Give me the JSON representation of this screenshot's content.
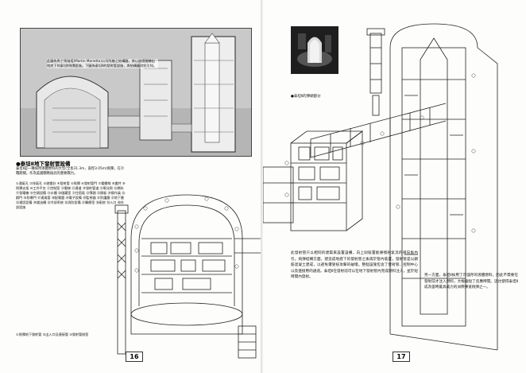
{
  "left_page": {
    "photo_caption": "此圖為馬丁馬瑞塔(Martin Marietta)公司所繪之結構圖，係以剖面圖繪出地底下的泰坦Ⅱ飛彈設施。下圖為泰坦Ⅱ的發射管設施，與結構圖對照可知。",
    "section_title": "●泰坦Ⅱ地下發射管設備",
    "section_intro": "泰坦Ⅱ是一種採用液體燃料的大型(全長31.3m，直徑3.05m)飛彈，在冷戰期間，作為美國戰略核武的重要戰力。",
    "legend": "①通氣孔 ②排氣孔 ③避雷針 ④發射管 ⑤飛彈 ⑥發射管門 ⑦電纜線 ⑧爐井 ⑨飛彈支架 ⑩工作平台 ⑪控制室 ⑫電梯 ⑬通道 ⑭發射管道 ⑮氧化劑 ⑯燃料 ⑰發電機 ⑱空調設備 ⑲水槽 ⑳儲藏室 ㉑住宿區 ㉒彈頭 ㉓隔板 ㉔操作員 ㉕鋼門 ㉖防爆門 ㉗通風管 ㉘配電盤 ㉙電子設備 ㉚監視器 ㉛防護牆 ㉜地下層 ㉝通訊設備 ㉞儲油槽 ㉟冷卻系統 ㊱消防設備 ㊲醫療室 ㊳廚房 ㊴入口 ㊵外部設施",
    "legend_foot": "①飛彈地下發射管 ②出入口及連接管 ③發射管制室",
    "page_number": "16"
  },
  "right_page": {
    "photo_caption": "●泰坦Ⅱ的彈頭部分",
    "body_col1": "此發射管只以相同的建築來設置設備，向上則裝置能將噴射氣流的導向板內引。飛彈結構方面，建造成地底下的發射管之後再於管內裝置。發射管是以鋼筋混凝土建成，以避免遭受核攻擊的破壞。整個設施包含了發射管、控制中心以及連接用的通道。泰坦Ⅱ在發射前可以在地下發射管內完成燃料注入，並於短時間內發射。",
    "body_col2": "另一方面，泰坦Ⅱ採用了可儲存的液體燃料，因此不需要在發射前才注入燃料，大幅縮短了反應時間。這也使得泰坦Ⅱ成為當時最具威力的洲際彈道飛彈之一。",
    "page_number": "17"
  }
}
